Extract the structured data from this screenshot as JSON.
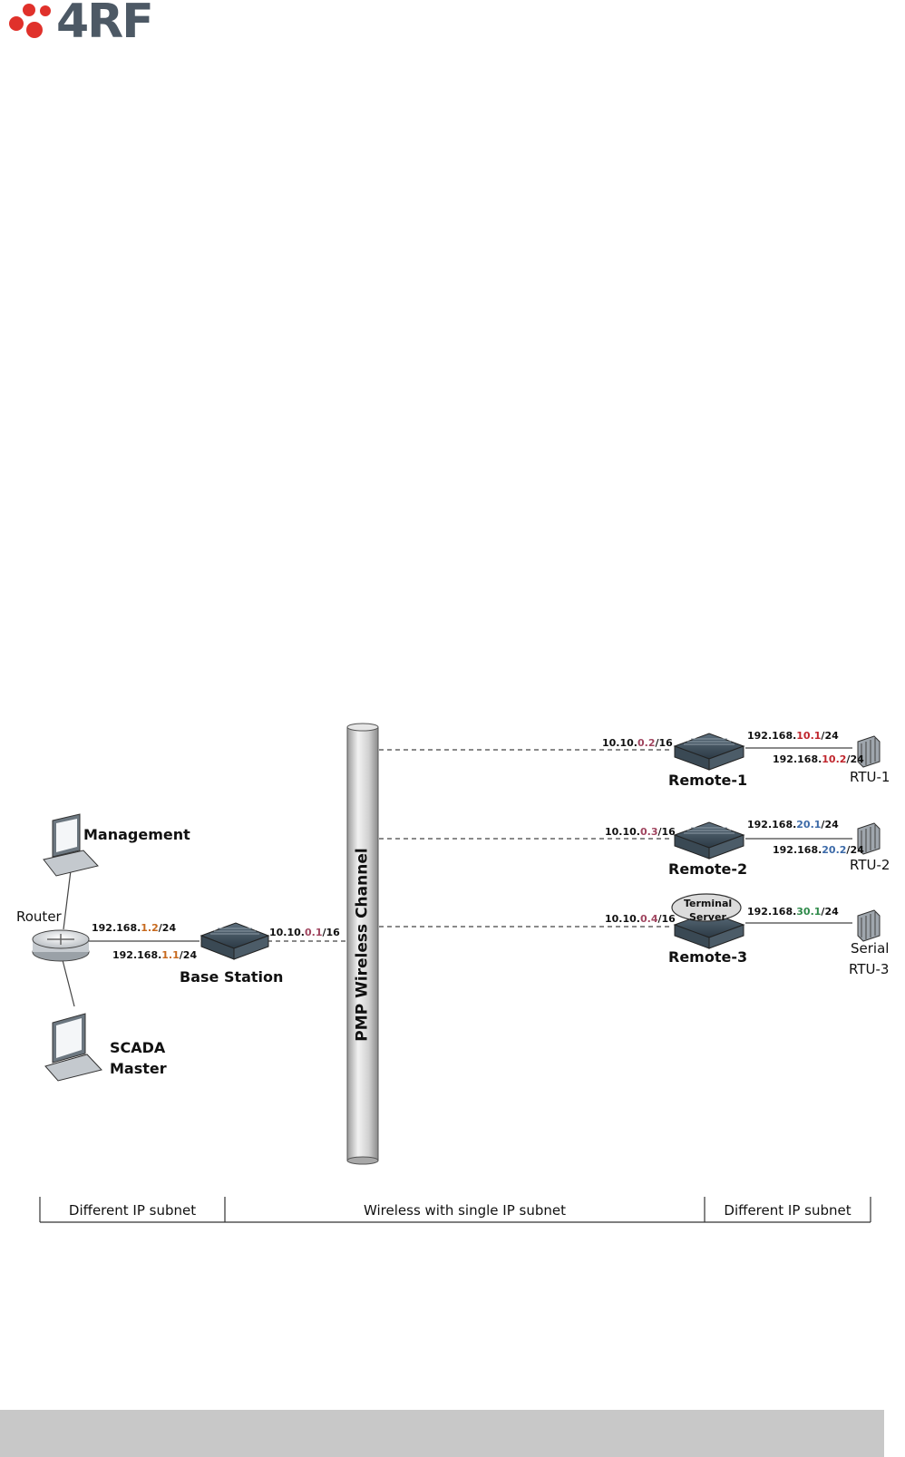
{
  "brand": {
    "logo_text": "4RF"
  },
  "diagram": {
    "channel_label": "PMP Wireless Channel",
    "nodes": {
      "management": "Management",
      "router": "Router",
      "scada_line1": "SCADA",
      "scada_line2": "Master",
      "base_station": "Base Station",
      "remote1": "Remote-1",
      "remote2": "Remote-2",
      "remote3": "Remote-3",
      "terminal_server_line1": "Terminal",
      "terminal_server_line2": "Server",
      "rtu1": "RTU-1",
      "rtu2": "RTU-2",
      "rtu3_line1": "Serial",
      "rtu3_line2": "RTU-3"
    },
    "ips": {
      "router_upper": {
        "prefix": "192.168.",
        "highlight": "1.2",
        "suffix": "/24"
      },
      "router_lower": {
        "prefix": "192.168.",
        "highlight": "1.1",
        "suffix": "/24"
      },
      "base_wireless": {
        "prefix": "10.10.",
        "highlight": "0.1",
        "suffix": "/16"
      },
      "remote1_wireless": {
        "prefix": "10.10.",
        "highlight": "0.2",
        "suffix": "/16"
      },
      "remote2_wireless": {
        "prefix": "10.10.",
        "highlight": "0.3",
        "suffix": "/16"
      },
      "remote3_wireless": {
        "prefix": "10.10.",
        "highlight": "0.4",
        "suffix": "/16"
      },
      "remote1_lan": {
        "prefix": "192.168.",
        "highlight": "10.1",
        "suffix": "/24"
      },
      "rtu1_lan": {
        "prefix": "192.168.",
        "highlight": "10.2",
        "suffix": "/24"
      },
      "remote2_lan": {
        "prefix": "192.168.",
        "highlight": "20.1",
        "suffix": "/24"
      },
      "rtu2_lan": {
        "prefix": "192.168.",
        "highlight": "20.2",
        "suffix": "/24"
      },
      "remote3_lan": {
        "prefix": "192.168.",
        "highlight": "30.1",
        "suffix": "/24"
      }
    },
    "sections": {
      "left": "Different IP subnet",
      "middle": "Wireless with single IP subnet",
      "right": "Different IP subnet"
    }
  },
  "colors": {
    "logo_red": "#e0312b",
    "logo_gray": "#4d5965",
    "ip_orange": "#c7691d",
    "ip_red": "#c0262d",
    "ip_blue": "#3c6aa8",
    "ip_green": "#2f8a4a",
    "ip_mauve": "#a0455f",
    "footer_gray": "#c8c8c8"
  }
}
